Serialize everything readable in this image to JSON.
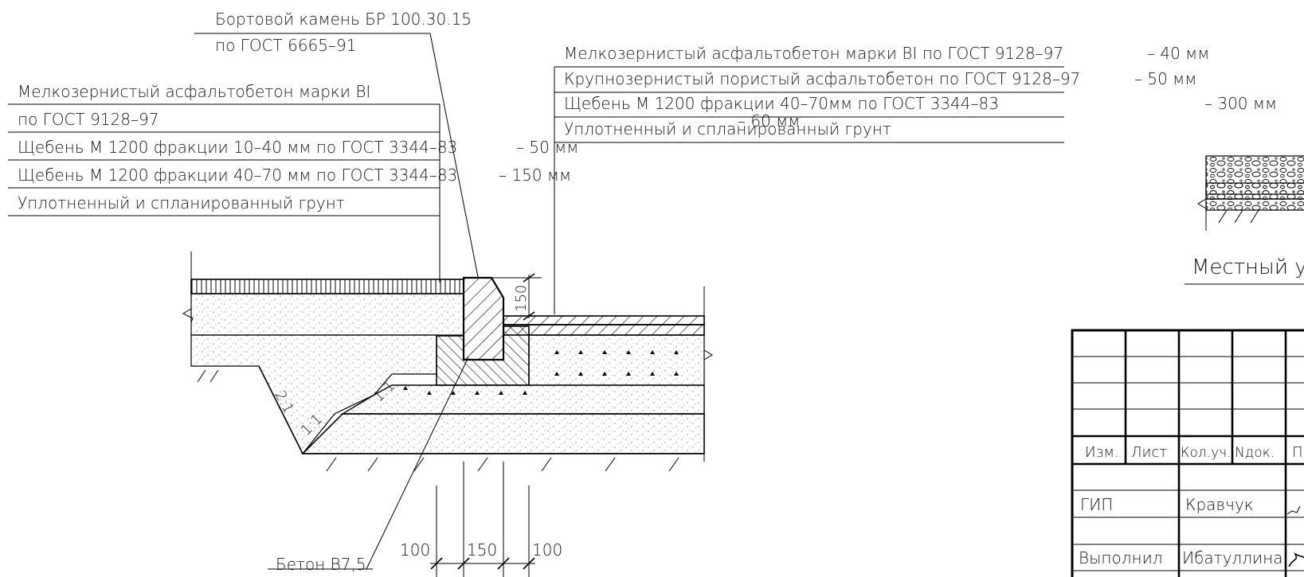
{
  "callouts": {
    "curb": [
      "Бортовой камень БР 100.30.15",
      "по ГОСТ 6665–91"
    ],
    "sidewalk": [
      "Мелкозернистый асфальтобетон марки BI",
      "по ГОСТ 9128–97",
      "Щебень М 1200 фракции 10–40 мм по ГОСТ 3344–83",
      "Щебень М 1200 фракции 40–70 мм по ГОСТ 3344–83",
      "Уплотненный и спланированный грунт"
    ],
    "sidewalk_thickness": [
      "– 50 мм",
      "– 150 мм"
    ],
    "road": [
      "Мелкозернистый асфальтобетон марки BI по ГОСТ 9128–97",
      "Крупнозернистый пористый асфальтобетон по ГОСТ 9128–97",
      "Щебень М 1200 фракции 40–70мм по ГОСТ 3344–83",
      "Уплотненный и спланированный грунт"
    ],
    "road_thickness": [
      "– 40 мм",
      "– 50 мм",
      "– 300 мм",
      "– 60 мм"
    ],
    "concrete": "Бетон В7,5"
  },
  "dimensions": {
    "curb_height": "150",
    "slope_upper": "2:1",
    "slope_lower": "1:1",
    "slope_step": "1:1",
    "bottom": [
      "100",
      "150",
      "100"
    ]
  },
  "section_title": "Местный у",
  "title_block": {
    "headers": [
      "Изм.",
      "Лист",
      "Кол.уч.",
      "Nдок.",
      "П"
    ],
    "rows": [
      {
        "role": "ГИП",
        "name": "Кравчук"
      },
      {
        "role": "Выполнил",
        "name": "Ибатуллина"
      }
    ]
  }
}
